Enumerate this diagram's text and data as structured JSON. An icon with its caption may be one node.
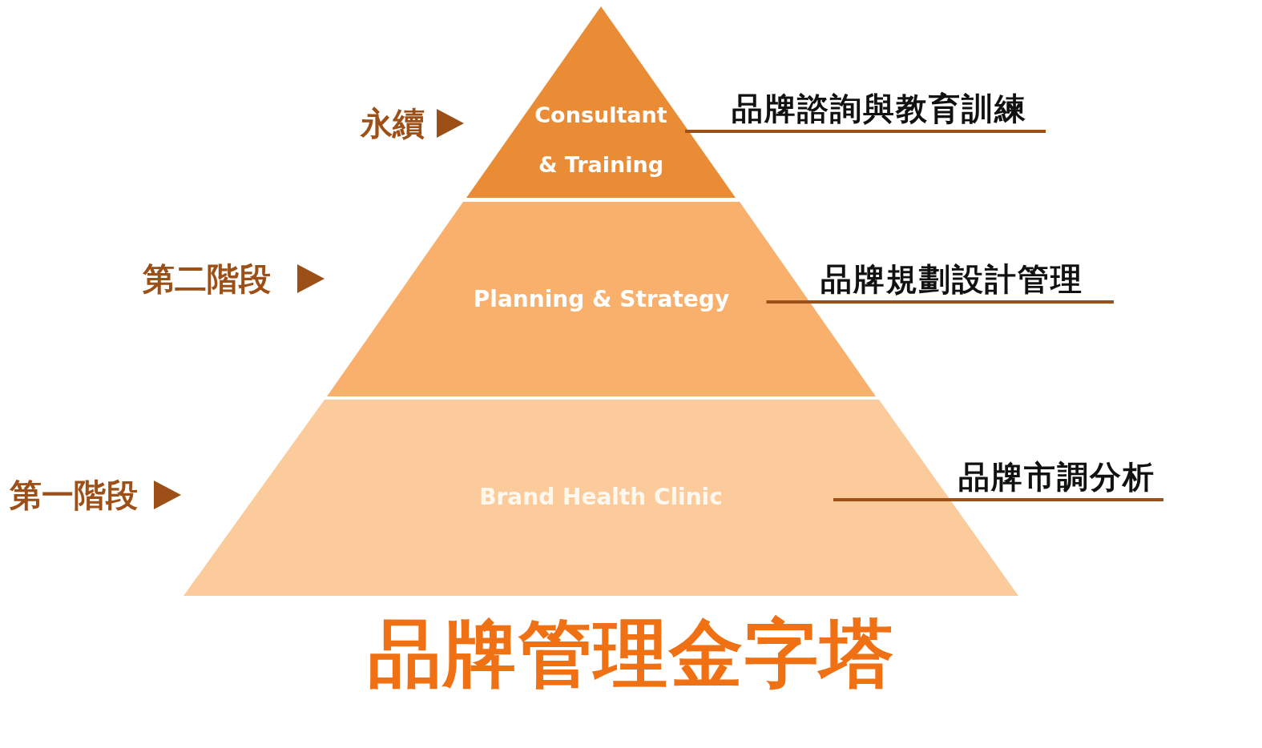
{
  "diagram": {
    "title": "品牌管理金字塔",
    "nodes": [
      {
        "text": [
          "Consultant & Training"
        ]
      },
      {
        "text": [
          "Planning & Strategy"
        ]
      },
      {
        "text": [
          "Brand Health Clinic"
        ]
      },
      {
        "text": [
          "永續"
        ]
      },
      {
        "text": [
          "第二階段"
        ]
      },
      {
        "text": [
          "第一階段"
        ]
      },
      {
        "text": [
          "品牌諮詢與教育訓練"
        ]
      },
      {
        "text": [
          "品牌規劃設計管理"
        ]
      },
      {
        "text": [
          "品牌市調分析"
        ]
      }
    ],
    "edges": [
      {
        "from": 3,
        "to": 0,
        "arrow": "to"
      },
      {
        "from": 4,
        "to": 1,
        "arrow": "to"
      },
      {
        "from": 5,
        "to": 2,
        "arrow": "to"
      },
      {
        "from": 6,
        "to": 0,
        "arrow": "none"
      },
      {
        "from": 7,
        "to": 1,
        "arrow": "none"
      },
      {
        "from": 8,
        "to": 2,
        "arrow": "none"
      }
    ]
  }
}
